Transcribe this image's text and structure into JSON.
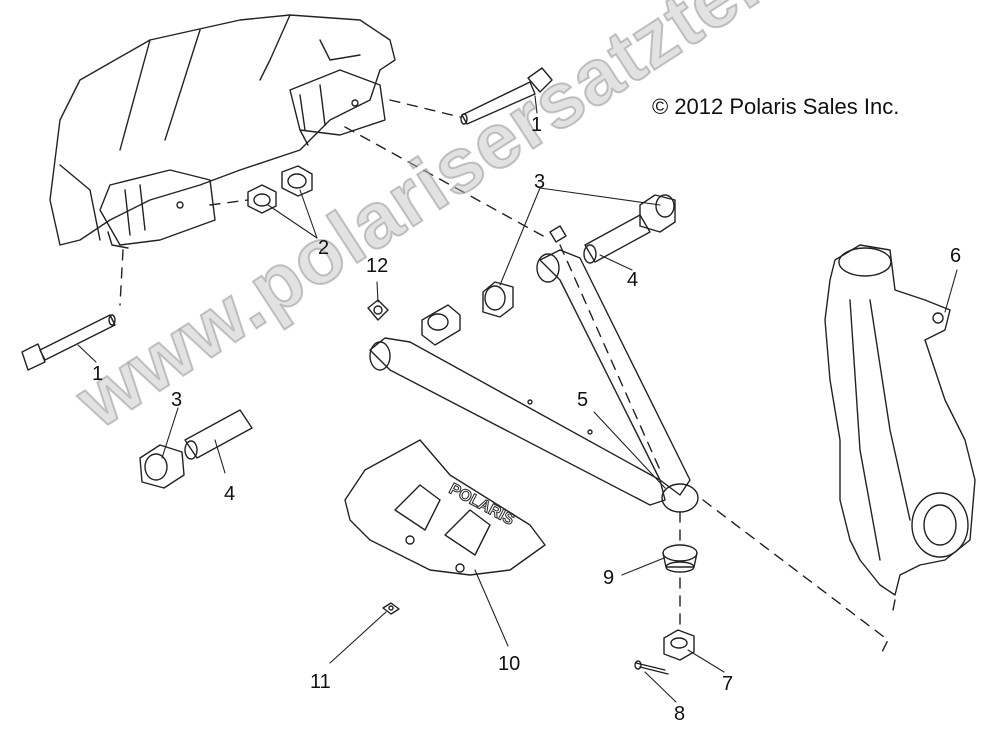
{
  "copyright": "© 2012 Polaris Sales Inc.",
  "watermark": "www.polarisersatzteile.de",
  "guard_logo": "POLARIS",
  "callouts": {
    "c1_top": "1",
    "c1_left": "1",
    "c2": "2",
    "c3_top": "3",
    "c3_left": "3",
    "c4_right": "4",
    "c4_left": "4",
    "c5": "5",
    "c6": "6",
    "c7": "7",
    "c8": "8",
    "c9": "9",
    "c10": "10",
    "c11": "11",
    "c12": "12"
  },
  "colors": {
    "line": "#222222",
    "watermark": "#bdbdbd"
  }
}
